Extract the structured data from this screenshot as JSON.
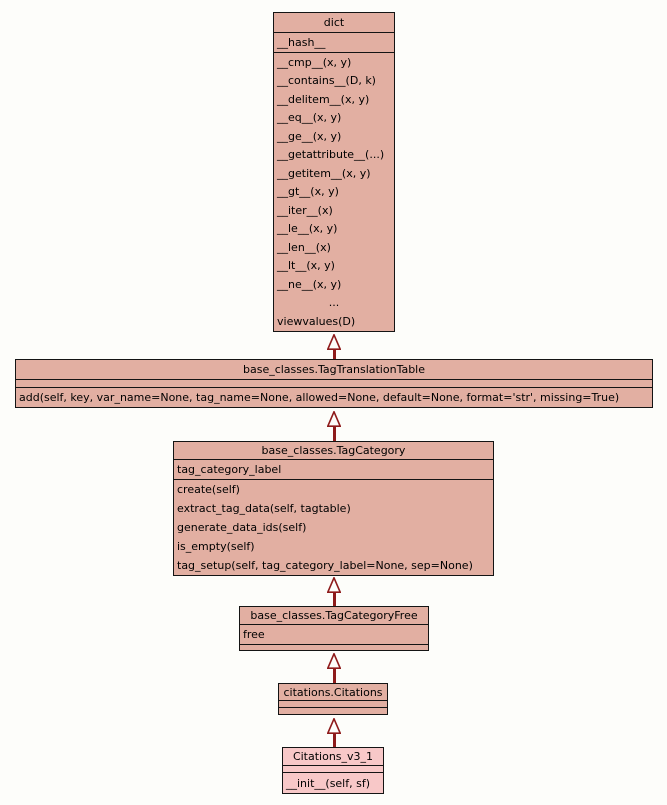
{
  "colors": {
    "background": "#fdfdfa",
    "box_fill": "#e2afa2",
    "subclass_fill": "#f8c8c8",
    "border": "#141414",
    "arrow": "#8e1b1b",
    "text": "#000000"
  },
  "classes": {
    "dict": {
      "title": "dict",
      "attributes": [
        "__hash__"
      ],
      "methods": [
        "__cmp__(x, y)",
        "__contains__(D, k)",
        "__delitem__(x, y)",
        "__eq__(x, y)",
        "__ge__(x, y)",
        "__getattribute__(...)",
        "__getitem__(x, y)",
        "__gt__(x, y)",
        "__iter__(x)",
        "__le__(x, y)",
        "__len__(x)",
        "__lt__(x, y)",
        "__ne__(x, y)",
        "...",
        "viewvalues(D)"
      ]
    },
    "tag_translation_table": {
      "title": "base_classes.TagTranslationTable",
      "attributes": [],
      "methods": [
        "add(self, key, var_name=None, tag_name=None, allowed=None, default=None, format='str', missing=True)"
      ]
    },
    "tag_category": {
      "title": "base_classes.TagCategory",
      "attributes": [
        "tag_category_label"
      ],
      "methods": [
        "create(self)",
        "extract_tag_data(self, tagtable)",
        "generate_data_ids(self)",
        "is_empty(self)",
        "tag_setup(self, tag_category_label=None, sep=None)"
      ]
    },
    "tag_category_free": {
      "title": "base_classes.TagCategoryFree",
      "attributes": [
        "free"
      ],
      "methods": []
    },
    "citations": {
      "title": "citations.Citations",
      "attributes": [],
      "methods": []
    },
    "citations_v3_1": {
      "title": "Citations_v3_1",
      "attributes": [],
      "methods": [
        "__init__(self, sf)"
      ]
    }
  },
  "relations": [
    {
      "from": "base_classes.TagTranslationTable",
      "to": "dict",
      "type": "inheritance"
    },
    {
      "from": "base_classes.TagCategory",
      "to": "base_classes.TagTranslationTable",
      "type": "inheritance"
    },
    {
      "from": "base_classes.TagCategoryFree",
      "to": "base_classes.TagCategory",
      "type": "inheritance"
    },
    {
      "from": "citations.Citations",
      "to": "base_classes.TagCategoryFree",
      "type": "inheritance"
    },
    {
      "from": "Citations_v3_1",
      "to": "citations.Citations",
      "type": "inheritance"
    }
  ]
}
